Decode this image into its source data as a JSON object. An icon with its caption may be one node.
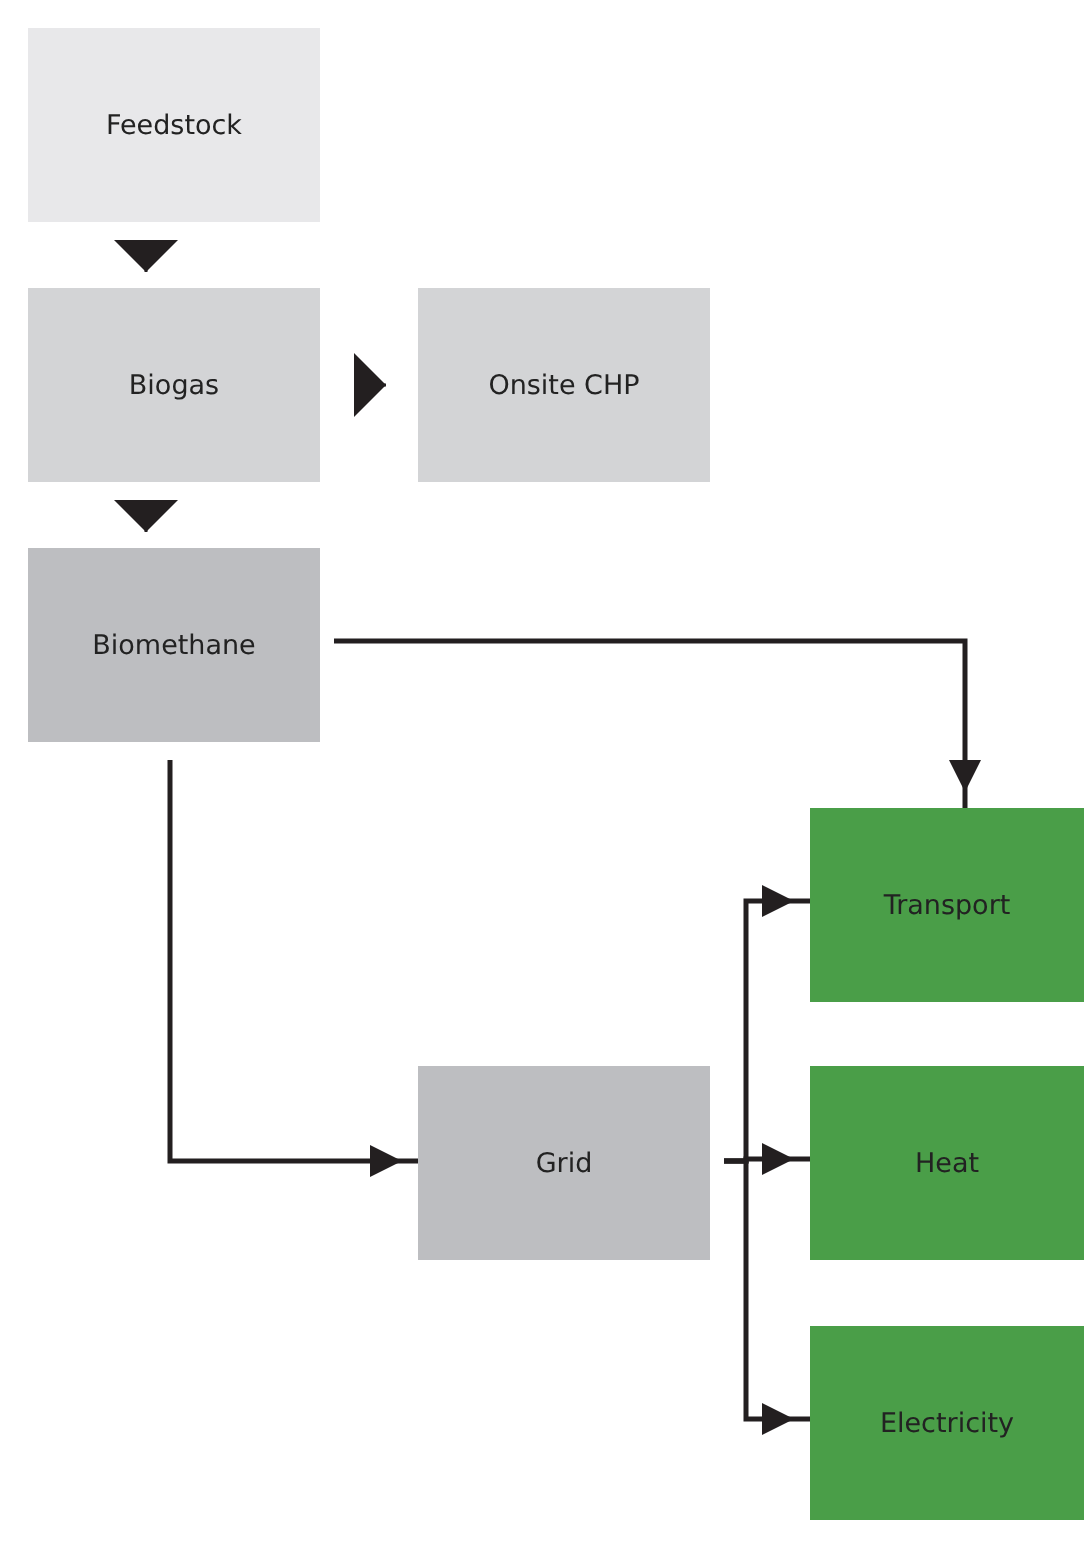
{
  "diagram": {
    "nodes": [
      {
        "text": [
          "Feedstock"
        ]
      },
      {
        "text": [
          "Biogas"
        ]
      },
      {
        "text": [
          "Onsite CHP"
        ]
      },
      {
        "text": [
          "Biomethane"
        ]
      },
      {
        "text": [
          "Transport"
        ]
      },
      {
        "text": [
          "Grid"
        ]
      },
      {
        "text": [
          "Heat"
        ]
      },
      {
        "text": [
          "Electricity"
        ]
      }
    ],
    "edges": [
      {
        "from": 0,
        "to": 1,
        "arrow": "to"
      },
      {
        "from": 1,
        "to": 2,
        "arrow": "to"
      },
      {
        "from": 1,
        "to": 3,
        "arrow": "to"
      },
      {
        "from": 3,
        "to": 4,
        "arrow": "to"
      },
      {
        "from": 3,
        "to": 5,
        "arrow": "to"
      },
      {
        "from": 5,
        "to": 4,
        "arrow": "to"
      },
      {
        "from": 5,
        "to": 6,
        "arrow": "to"
      },
      {
        "from": 5,
        "to": 7,
        "arrow": "to"
      }
    ]
  }
}
